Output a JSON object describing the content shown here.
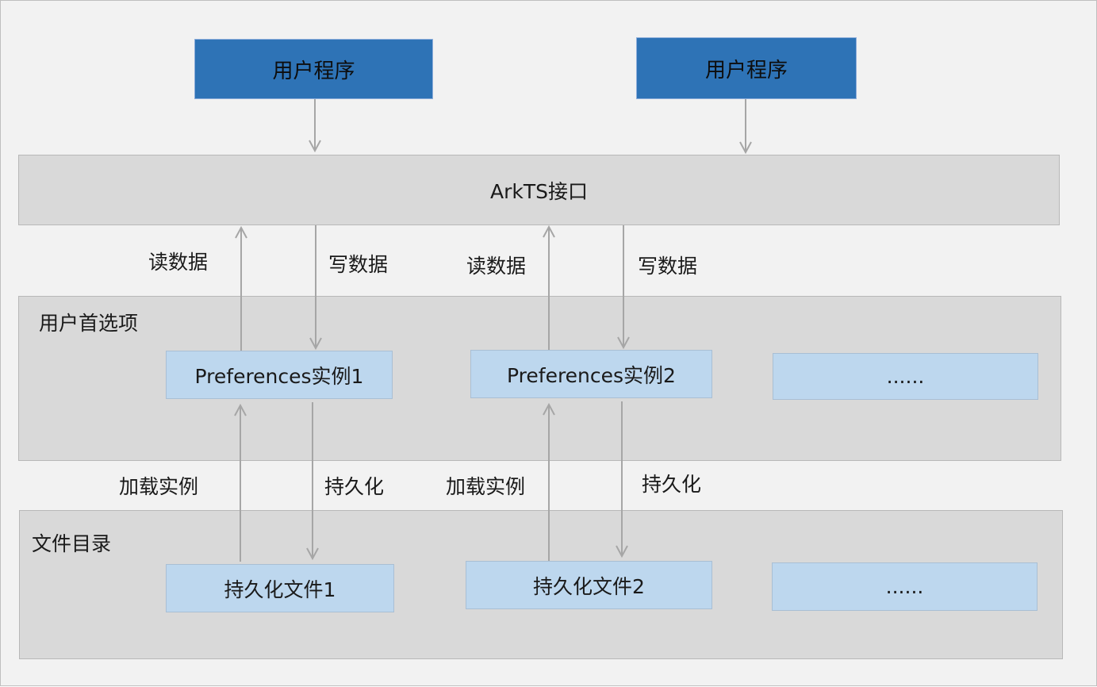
{
  "apps": [
    {
      "label": "用户程序"
    },
    {
      "label": "用户程序"
    }
  ],
  "api": {
    "label": "ArkTS接口"
  },
  "prefs_layer": {
    "title": "用户首选项",
    "instances": [
      "Preferences实例1",
      "Preferences实例2",
      "......"
    ]
  },
  "files_layer": {
    "title": "文件目录",
    "files": [
      "持久化文件1",
      "持久化文件2",
      "......"
    ]
  },
  "edge_labels": {
    "read1": "读数据",
    "write1": "写数据",
    "read2": "读数据",
    "write2": "写数据",
    "load1": "加载实例",
    "persist1": "持久化",
    "load2": "加载实例",
    "persist2": "持久化"
  },
  "colors": {
    "app_fill": "#2e73b6",
    "instance_fill": "#bdd7ee",
    "layer_fill": "#d9d9d9",
    "background": "#f2f2f2",
    "arrow": "#a6a6a6"
  }
}
